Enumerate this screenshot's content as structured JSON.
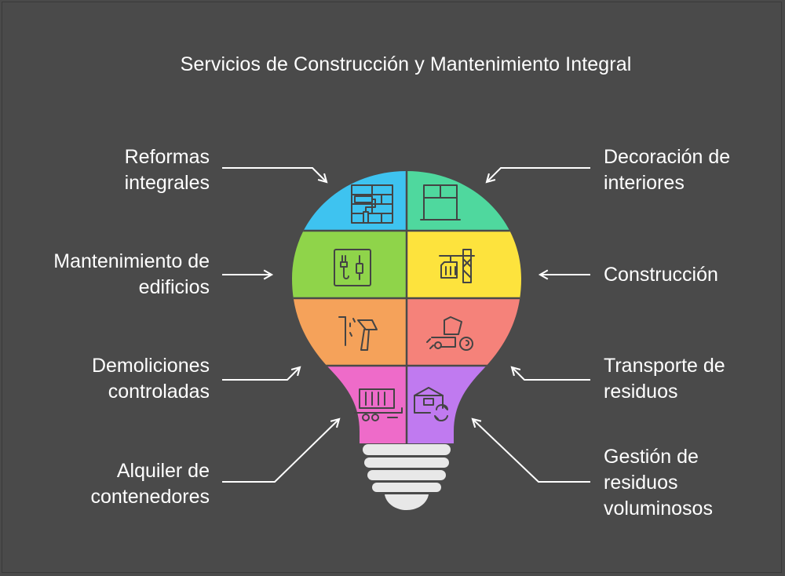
{
  "title": "Servicios de Construcción y Mantenimiento Integral",
  "services": {
    "reformas": {
      "lines": [
        "Reformas",
        "integrales"
      ],
      "color": "#3ec3f0",
      "icon": "renovation-icon"
    },
    "decoracion": {
      "lines": [
        "Decoración de",
        "interiores"
      ],
      "color": "#4fd89e",
      "icon": "window-icon"
    },
    "mantenimiento": {
      "lines": [
        "Mantenimiento de",
        "edificios"
      ],
      "color": "#8fd44a",
      "icon": "electrical-panel-icon"
    },
    "construccion": {
      "lines": [
        "Construcción"
      ],
      "color": "#fde33d",
      "icon": "crane-icon"
    },
    "demoliciones": {
      "lines": [
        "Demoliciones",
        "controladas"
      ],
      "color": "#f5a25a",
      "icon": "hammer-icon"
    },
    "transporte": {
      "lines": [
        "Transporte de",
        "residuos"
      ],
      "color": "#f5827a",
      "icon": "tractor-icon"
    },
    "alquiler": {
      "lines": [
        "Alquiler de",
        "contenedores"
      ],
      "color": "#ee6bc9",
      "icon": "container-truck-icon"
    },
    "gestion": {
      "lines": [
        "Gestión de",
        "residuos",
        "voluminosos"
      ],
      "color": "#c07af0",
      "icon": "recycle-box-icon"
    }
  },
  "colors": {
    "background": "#4a4a4a",
    "base": "#e8e8e8",
    "stroke": "#444444"
  }
}
